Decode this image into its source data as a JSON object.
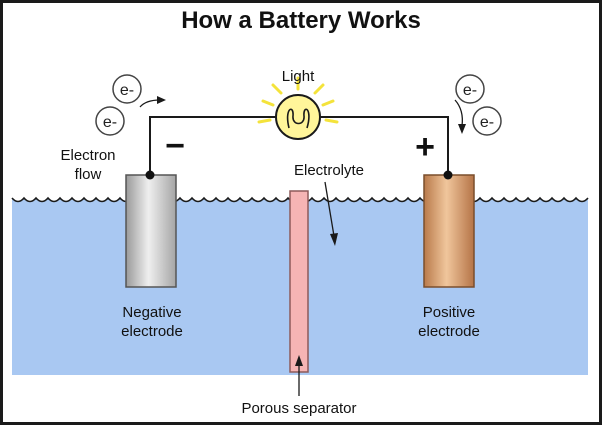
{
  "title": "How a Battery Works",
  "labels": {
    "light": "Light",
    "electron_flow_line1": "Electron",
    "electron_flow_line2": "flow",
    "electrolyte": "Electrolyte",
    "negative_line1": "Negative",
    "negative_line2": "electrode",
    "positive_line1": "Positive",
    "positive_line2": "electrode",
    "porous_separator": "Porous separator"
  },
  "signs": {
    "negative": "−",
    "positive": "+"
  },
  "electron_symbol": "e-",
  "colors": {
    "electrolyte": "#a9c8f2",
    "wave_line": "#1a1a1a",
    "negative_electrode": "#c9c9c9",
    "positive_electrode": "#d9a276",
    "separator": "#f6b4b4",
    "bulb": "#fff59a",
    "bulb_rays": "#f4e33b",
    "border": "#1a1a1a"
  },
  "icons": [
    "lightbulb-icon",
    "electron-icon",
    "curved-arrow-icon"
  ]
}
